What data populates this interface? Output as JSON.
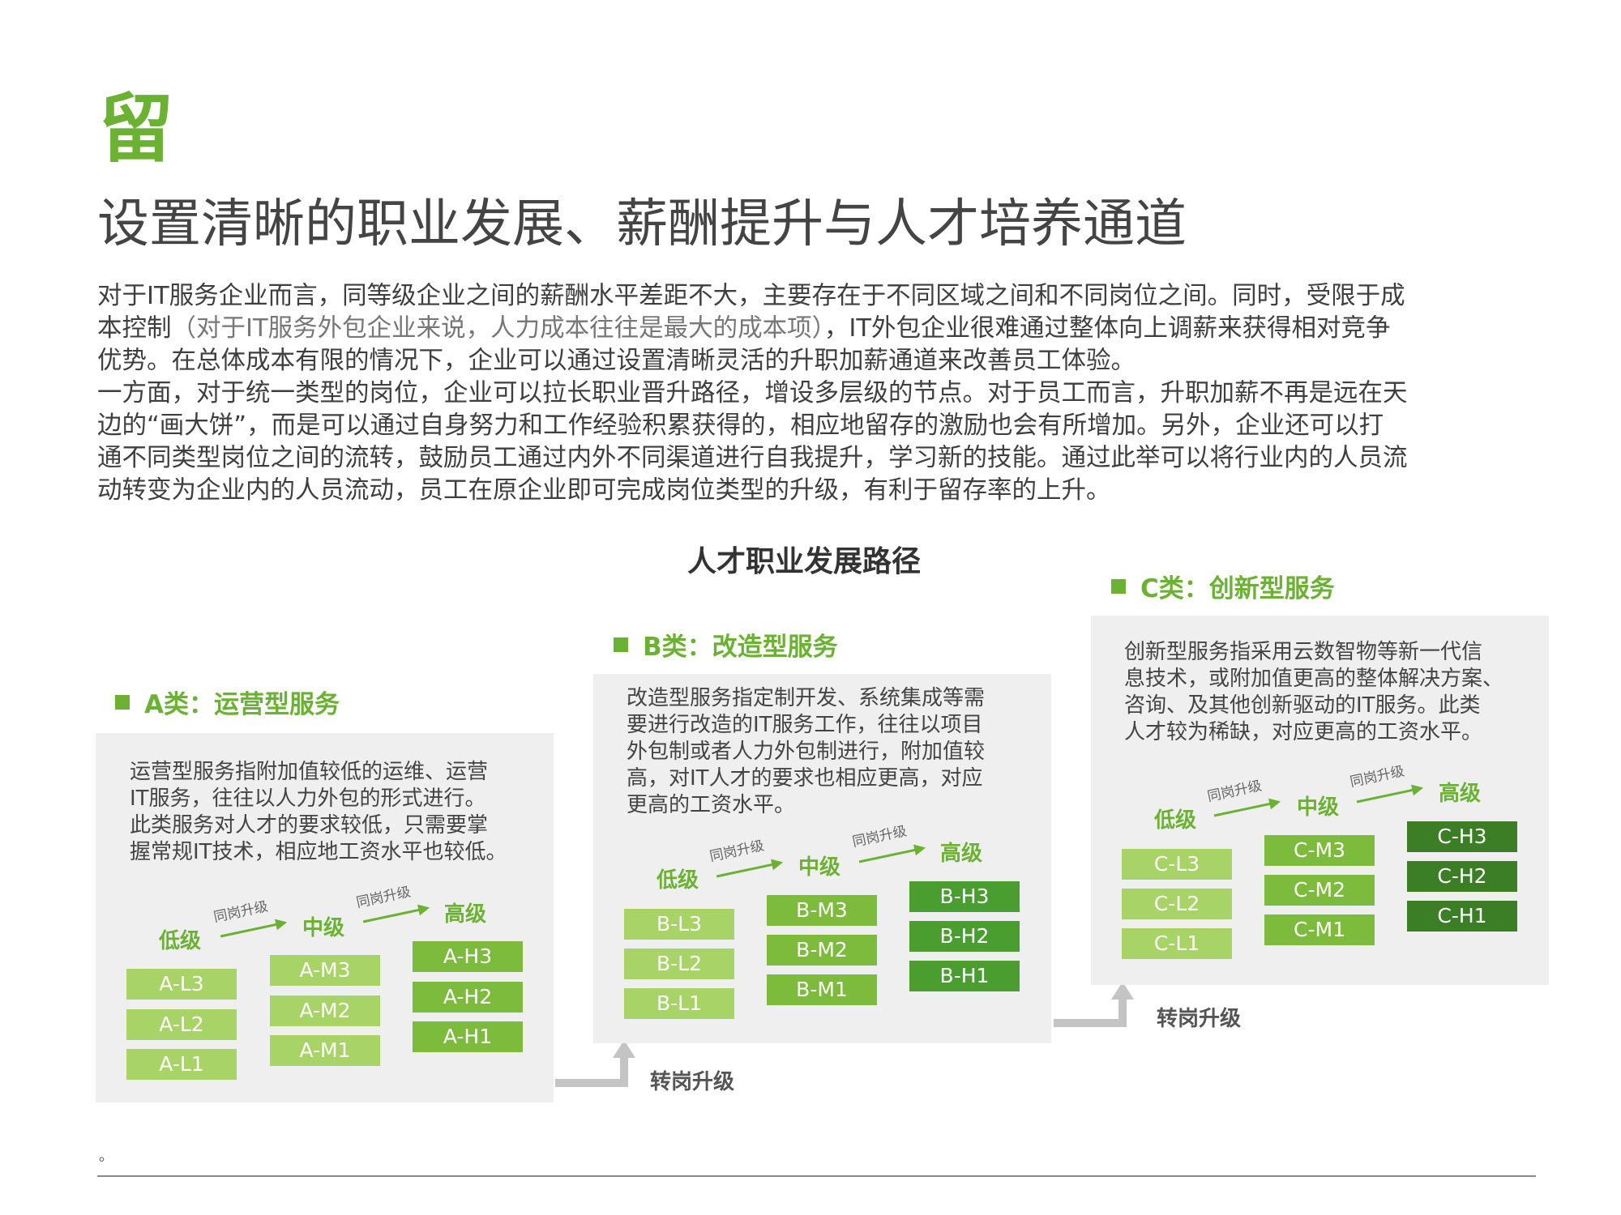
{
  "section_char": "留",
  "title": "设置清晰的职业发展、薪酬提升与人才培养通道",
  "paragraph": [
    {
      "main": "对于IT服务企业而言，同等级企业之间的薪酬水平差距不大，主要存在于不同区域之间和不同岗位之间。同时，受限于成",
      "note": "",
      "tail": ""
    },
    {
      "main": "本控制",
      "note": "（对于IT服务外包企业来说，人力成本往往是最大的成本项）",
      "tail": "，IT外包企业很难通过整体向上调薪来获得相对竞争"
    },
    {
      "main": "优势。在总体成本有限的情况下，企业可以通过设置清晰灵活的升职加薪通道来改善员工体验。",
      "note": "",
      "tail": ""
    },
    {
      "main": "一方面，对于统一类型的岗位，企业可以拉长职业晋升路径，增设多层级的节点。对于员工而言，升职加薪不再是远在天",
      "note": "",
      "tail": ""
    },
    {
      "main": "边的“画大饼”，而是可以通过自身努力和工作经验积累获得的，相应地留存的激励也会有所增加。另外，企业还可以打",
      "note": "",
      "tail": ""
    },
    {
      "main": "通不同类型岗位之间的流转，鼓励员工通过内外不同渠道进行自我提升，学习新的技能。通过此举可以将行业内的人员流",
      "note": "",
      "tail": ""
    },
    {
      "main": "动转变为企业内的人员流动，员工在原企业即可完成岗位类型的升级，有利于留存率的上升。",
      "note": "",
      "tail": ""
    }
  ],
  "chart_title": "人才职业发展路径",
  "common": {
    "low": "低级",
    "mid": "中级",
    "high": "高级",
    "same_post_upgrade": "同岗升级",
    "transfer_upgrade": "转岗升级"
  },
  "categories": [
    {
      "label": "A类：运营型服务",
      "desc": [
        "运营型服务指附加值较低的运维、运营",
        "IT服务，往往以人力外包的形式进行。",
        "此类服务对人才的要求较低，只需要掌",
        "握常规IT技术，相应地工资水平也较低。"
      ],
      "low": [
        "A-L3",
        "A-L2",
        "A-L1"
      ],
      "mid": [
        "A-M3",
        "A-M2",
        "A-M1"
      ],
      "high": [
        "A-H3",
        "A-H2",
        "A-H1"
      ]
    },
    {
      "label": "B类：改造型服务",
      "desc": [
        "改造型服务指定制开发、系统集成等需",
        "要进行改造的IT服务工作，往往以项目",
        "外包制或者人力外包制进行，附加值较",
        "高，对IT人才的要求也相应更高，对应",
        "更高的工资水平。"
      ],
      "low": [
        "B-L3",
        "B-L2",
        "B-L1"
      ],
      "mid": [
        "B-M3",
        "B-M2",
        "B-M1"
      ],
      "high": [
        "B-H3",
        "B-H2",
        "B-H1"
      ]
    },
    {
      "label": "C类：创新型服务",
      "desc": [
        "创新型服务指采用云数智物等新一代信",
        "息技术，或附加值更高的整体解决方案、",
        "咨询、及其他创新驱动的IT服务。此类",
        "人才较为稀缺，对应更高的工资水平。"
      ],
      "low": [
        "C-L3",
        "C-L2",
        "C-L1"
      ],
      "mid": [
        "C-M3",
        "C-M2",
        "C-M1"
      ],
      "high": [
        "C-H3",
        "C-H2",
        "C-H1"
      ]
    }
  ],
  "footer_mark": "。",
  "colors": {
    "accent": "#6bb233",
    "low_box": "#a8d366",
    "mid_box": "#7dbb3c",
    "high_box": "#4a9e2f",
    "high_box_dark": "#3b7e26",
    "panel": "#efefef"
  }
}
